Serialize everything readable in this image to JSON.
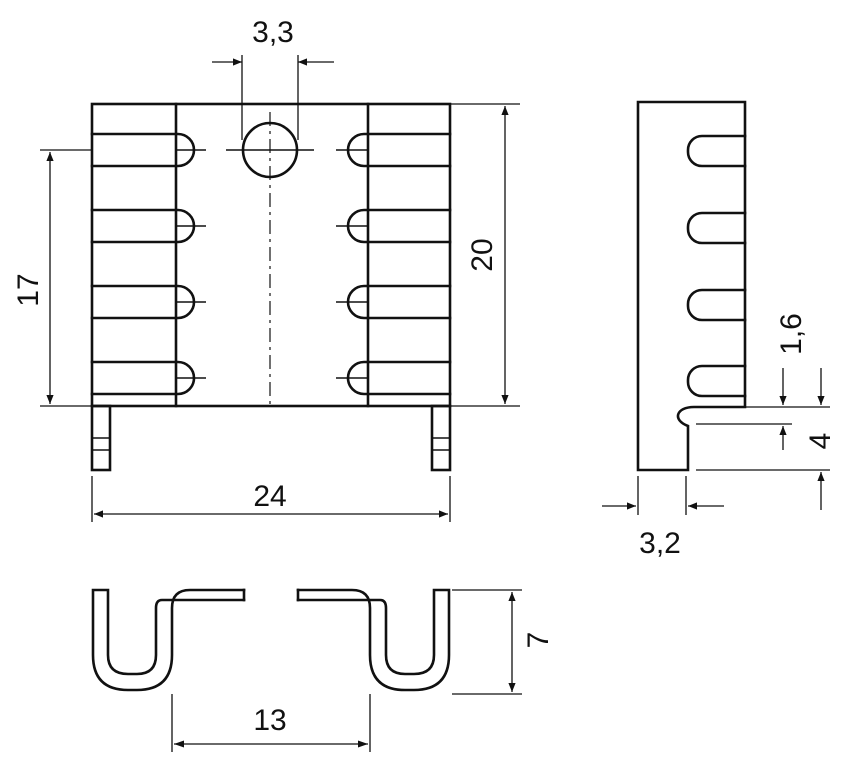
{
  "dimensions": {
    "hole_diameter": "3,3",
    "fin_span": "17",
    "height": "20",
    "width": "24",
    "slot_width": "1,6",
    "leg_length": "4",
    "thickness": "3,2",
    "depth": "7",
    "channel_width": "13"
  },
  "colors": {
    "line": "#111111",
    "background": "#ffffff"
  }
}
